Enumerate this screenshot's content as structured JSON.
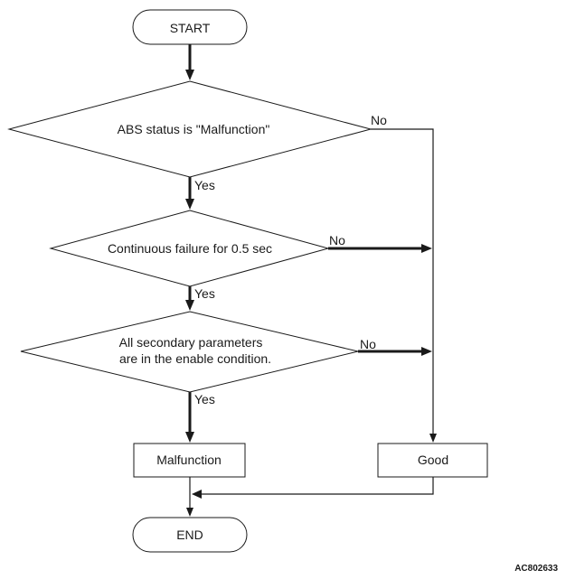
{
  "nodes": {
    "start": "START",
    "decision_abs": "ABS status is \"Malfunction\"",
    "decision_continuous": "Continuous failure for 0.5 sec",
    "decision_secondary_line1": "All secondary parameters",
    "decision_secondary_line2": "are in the enable condition.",
    "malfunction": "Malfunction",
    "good": "Good",
    "end": "END"
  },
  "branch_labels": {
    "yes": "Yes",
    "no": "No"
  },
  "figure_code": "AC802633"
}
